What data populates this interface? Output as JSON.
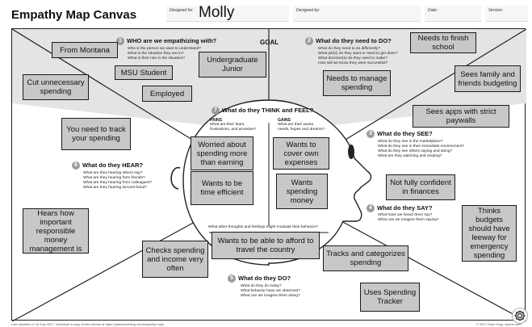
{
  "header": {
    "title": "Empathy Map Canvas",
    "designed_for_label": "Designed for:",
    "designed_for_value": "Molly",
    "designed_by_label": "Designed by:",
    "date_label": "Date:",
    "version_label": "Version:"
  },
  "goal_label": "GOAL",
  "sections": {
    "who": {
      "number": "1",
      "title": "WHO are we empathizing with?",
      "questions": [
        "Who is the person we want to understand?",
        "What is the situation they are in?",
        "What is their role in the situation?"
      ]
    },
    "do": {
      "number": "2",
      "title": "What do they need to DO?",
      "questions": [
        "What do they need to do differently?",
        "What job(s) do they want or need to get done?",
        "What decision(s) do they need to make?",
        "How will we know they were successful?"
      ]
    },
    "see": {
      "number": "3",
      "title": "What do they SEE?",
      "questions": [
        "What do they see in the marketplace?",
        "What do they see in their immediate environment?",
        "What do they see others saying and doing?",
        "What are they watching and reading?"
      ]
    },
    "say": {
      "number": "4",
      "title": "What do they SAY?",
      "questions": [
        "What have we heard them say?",
        "What can we imagine them saying?"
      ]
    },
    "doing": {
      "number": "5",
      "title": "What do they DO?",
      "questions": [
        "What do they do today?",
        "What behavior have we observed?",
        "What can we imagine them doing?"
      ]
    },
    "hear": {
      "number": "6",
      "title": "What do they HEAR?",
      "questions": [
        "What are they hearing others say?",
        "What are they hearing from friends?",
        "What are they hearing from colleagues?",
        "What are they hearing second-hand?"
      ]
    },
    "think": {
      "number": "7",
      "title": "What do they THINK and FEEL?",
      "pains_label": "PAINS",
      "pains_questions": [
        "What are their fears,",
        "frustrations, and anxieties?"
      ],
      "gains_label": "GAINS",
      "gains_questions": [
        "What are their wants,",
        "needs, hopes and dreams?"
      ],
      "motivation_question": "What other thoughts and feelings might motivate their behavior?"
    }
  },
  "notes": {
    "from_montana": "From Montana",
    "undergrad_junior": "Undergraduate Junior",
    "msu_student": "MSU Student",
    "employed": "Employed",
    "finish_school": "Needs to finish school",
    "manage_spending": "Needs to manage spending",
    "family_budgeting": "Sees family and friends budgeting",
    "apps_paywalls": "Sees apps with strict paywalls",
    "cut_spending": "Cut unnecessary spending",
    "track_spending_hear": "You need to track your spending",
    "worried": "Worried about spending more than earning",
    "time_efficient": "Wants to be time efficient",
    "cover_expenses": "Wants to cover own expenses",
    "spending_money": "Wants spending money",
    "afford_travel": "Wants to be able to afford to travel the country",
    "not_confident": "Not fully confident in finances",
    "budget_leeway": "Thinks budgets should have leeway for emergency spending",
    "hears_important": "Hears how important responsible money management is",
    "checks_spending": "Checks spending and income very often",
    "tracks_categorizes": "Tracks and categorizes spending",
    "spending_tracker": "Uses Spending Tracker"
  },
  "footer": {
    "left": "Last updated on 18 July 2017. Download a copy of this canvas at https://gamestorming.com/empathy-map/",
    "right": "© 2017 Dave Gray, xplane.com"
  },
  "icons": [
    "settings-gear-icon"
  ]
}
